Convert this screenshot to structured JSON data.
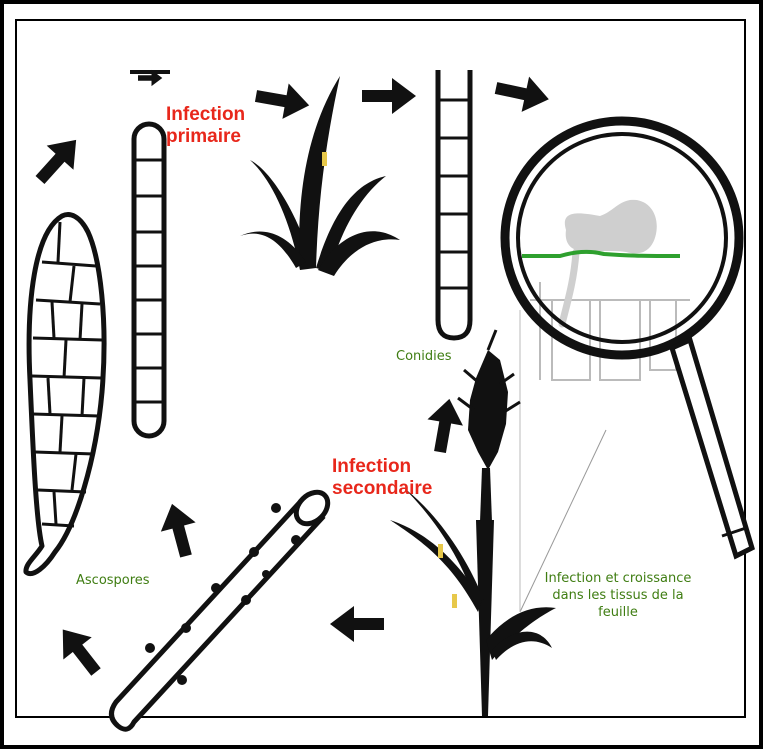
{
  "labels": {
    "infection_primaire": [
      "Infection",
      "primaire"
    ],
    "infection_secondaire": [
      "Infection",
      "secondaire"
    ],
    "conidies": "Conidies",
    "ascospores": "Ascospores",
    "infection_croissance": [
      "Infection et croissance",
      "dans les tissus  de la",
      "feuille"
    ]
  },
  "colors": {
    "outline": "#111111",
    "label_red": "#e8271b",
    "label_green": "#3f7d12",
    "leaf_surface": "#2ea02e",
    "fungus_gray": "#cfcfcf",
    "lesion": "#e7c84a"
  },
  "icons": [
    "ascus-icon",
    "primary-hypha-icon",
    "leaf-icon",
    "conidium-chain-icon",
    "magnifier-icon",
    "wheat-plant-icon",
    "stubble-icon",
    "cycle-arrow-icon"
  ]
}
